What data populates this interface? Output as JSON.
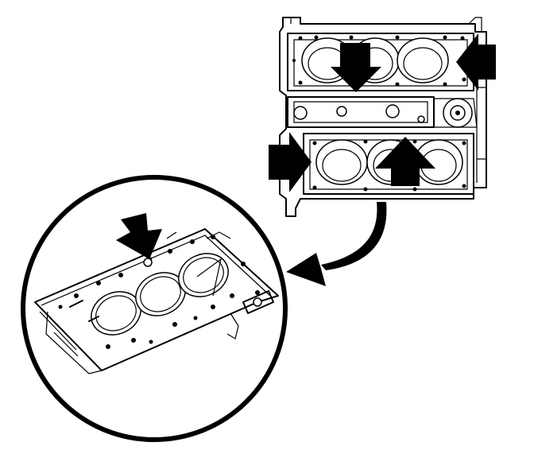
{
  "figure": {
    "colors": {
      "ink": "#000000",
      "paper": "#ffffff"
    },
    "parts": [
      "engine-block",
      "cylinder-head-gasket"
    ],
    "cylinders_per_bank": 3,
    "banks": 2,
    "callouts": [
      "down",
      "left",
      "right",
      "up",
      "down"
    ]
  }
}
